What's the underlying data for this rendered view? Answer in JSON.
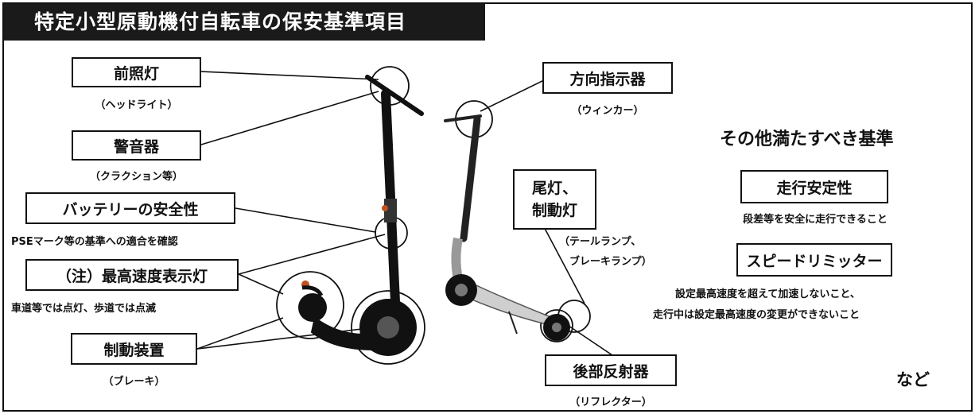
{
  "title": "特定小型原動機付自転車の保安基準項目",
  "items": {
    "headlight": {
      "label": "前照灯",
      "note": "（ヘッドライト）"
    },
    "horn": {
      "label": "警音器",
      "note": "（クラクション等）"
    },
    "battery": {
      "label": "バッテリーの安全性",
      "note": "PSEマーク等の基準への適合を確認"
    },
    "speed_light": {
      "label": "（注）最高速度表示灯",
      "note": "車道等では点灯、歩道では点滅"
    },
    "brake": {
      "label": "制動装置",
      "note": "（ブレーキ）"
    },
    "turn_signal": {
      "label": "方向指示器",
      "note": "（ウィンカー）"
    },
    "tail_light": {
      "label_line1": "尾灯、",
      "label_line2": "制動灯",
      "note_line1": "（テールランプ、",
      "note_line2": "ブレーキランプ）"
    },
    "reflector": {
      "label": "後部反射器",
      "note": "（リフレクター）"
    }
  },
  "other": {
    "heading": "その他満たすべき基準",
    "stability": {
      "label": "走行安定性",
      "note": "段差等を安全に走行できること"
    },
    "limiter": {
      "label": "スピードリミッター",
      "note_line1": "設定最高速度を超えて加速しないこと、",
      "note_line2": "走行中は設定最高速度の変更ができないこと"
    },
    "etc": "など"
  },
  "colors": {
    "title_bg": "#1a1a1a",
    "title_text": "#ffffff",
    "border": "#111111"
  }
}
